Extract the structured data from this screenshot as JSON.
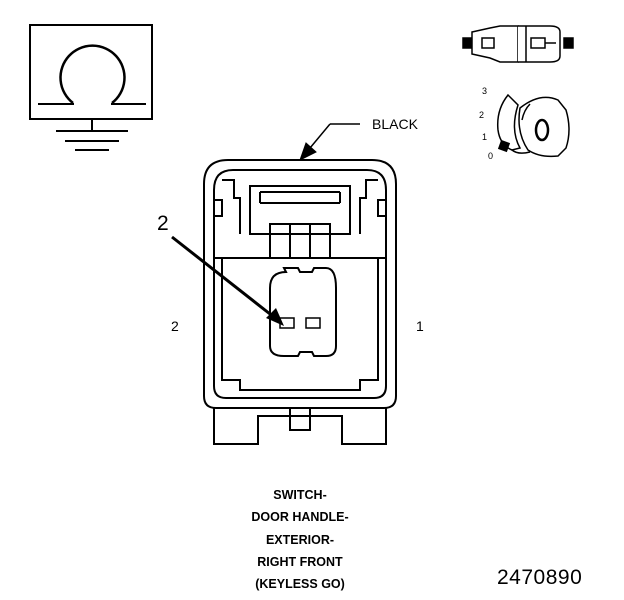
{
  "callout_color_label": "BLACK",
  "pin_labels": {
    "left": "2",
    "right": "1"
  },
  "callout_number": "2",
  "key_positions": [
    "3",
    "2",
    "1",
    "0"
  ],
  "caption_lines": [
    "SWITCH-",
    "DOOR HANDLE-",
    "EXTERIOR-",
    "RIGHT FRONT",
    "(KEYLESS GO)"
  ],
  "figure_number": "2470890"
}
